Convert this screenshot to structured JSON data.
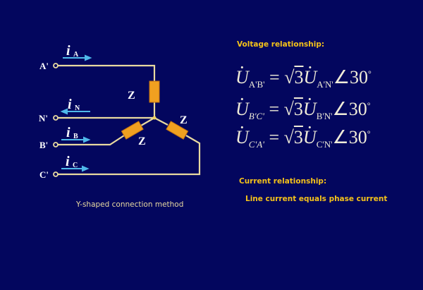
{
  "diagram": {
    "terminals": [
      "A'",
      "N'",
      "B'",
      "C'"
    ],
    "currents": [
      {
        "symbol": "i",
        "sub": "A",
        "direction": "right"
      },
      {
        "symbol": "i",
        "sub": "N",
        "direction": "left"
      },
      {
        "symbol": "i",
        "sub": "B",
        "direction": "right"
      },
      {
        "symbol": "i",
        "sub": "C",
        "direction": "right"
      }
    ],
    "impedance_label": "Z",
    "caption": "Y-shaped connection method"
  },
  "voltage": {
    "heading": "Voltage relationship:",
    "equations": [
      {
        "lhs_sub": "A'B'",
        "rhs_sub": "A'N'",
        "coef": "√3",
        "angle": "∠30°"
      },
      {
        "lhs_sub": "B'C'",
        "rhs_sub": "B'N'",
        "coef": "√3",
        "angle": "∠30°"
      },
      {
        "lhs_sub": "C'A'",
        "rhs_sub": "C'N'",
        "coef": "√3",
        "angle": "∠30°"
      }
    ]
  },
  "current": {
    "heading": "Current relationship:",
    "statement": "Line current equals phase current"
  },
  "colors": {
    "background": "#03065e",
    "wire": "#e8d9a0",
    "impedance": "#f0a020",
    "arrow": "#4fb8ea",
    "heading": "#f5c21a"
  }
}
